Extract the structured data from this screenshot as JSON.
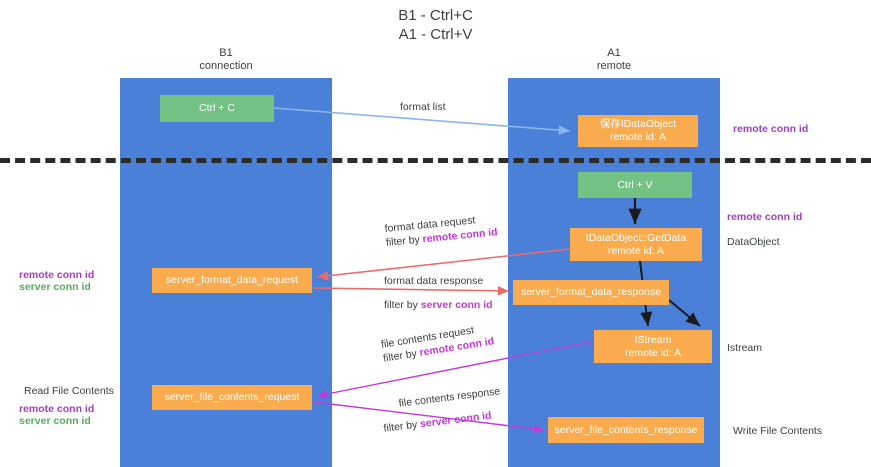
{
  "title": {
    "line1": "B1 - Ctrl+C",
    "line2": "A1 - Ctrl+V"
  },
  "columns": [
    {
      "name": "B1",
      "role": "connection"
    },
    {
      "name": "A1",
      "role": "remote"
    }
  ],
  "nodes": {
    "ctrl_c": {
      "label": "Ctrl + C",
      "color": "#73c183"
    },
    "save_dataobject": {
      "line1": "保存IDataObject",
      "line2": "remote id: A",
      "color": "#f9ab4e"
    },
    "ctrl_v": {
      "label": "Ctrl + V",
      "color": "#73c183"
    },
    "getdata": {
      "line1": "IDataObject::GetData",
      "line2": "remote id: A",
      "color": "#f9ab4e"
    },
    "server_format_data_request": {
      "label": "server_format_data_request",
      "color": "#f9ab4e"
    },
    "server_format_data_response": {
      "label": "server_format_data_response",
      "color": "#f9ab4e"
    },
    "istream": {
      "line1": "IStream",
      "line2": "remote id: A",
      "color": "#f9ab4e"
    },
    "server_file_contents_request": {
      "label": "server_file_contents_request",
      "color": "#f9ab4e"
    },
    "server_file_contents_response": {
      "label": "server_file_contents_response",
      "color": "#f9ab4e"
    }
  },
  "edge_labels": {
    "format_list": "format list",
    "format_data_request": "format data request",
    "format_data_request_filter_prefix": "filter by ",
    "format_data_request_filter_key": "remote conn id",
    "format_data_response": "format data response",
    "format_data_response_filter_prefix": "filter by ",
    "format_data_response_filter_key": "server conn id",
    "file_contents_request": "file contents request",
    "file_contents_request_filter_prefix": "filter by ",
    "file_contents_request_filter_key": "remote conn id",
    "file_contents_response": "file contents response",
    "file_contents_response_filter_prefix": "filter by ",
    "file_contents_response_filter_key": "server conn id"
  },
  "right_labels": {
    "remote_conn_id_top": "remote conn id",
    "remote_conn_id_mid": "remote conn id",
    "dataobject": "DataObject",
    "istream": "Istream",
    "write_file_contents": "Write File Contents"
  },
  "left_labels": {
    "remote_conn_id": "remote conn id",
    "server_conn_id": "server conn id",
    "read_file_contents": "Read File Contents",
    "remote_conn_id_2": "remote conn id",
    "server_conn_id_2": "server conn id"
  },
  "colors": {
    "lane": "#4a80d8",
    "green_node": "#73c183",
    "orange_node": "#f9ab4e",
    "purple_text": "#a23ec0",
    "green_text": "#57ab5a",
    "divider": "#2b2b2b",
    "arrow_blue": "#8ab6e8",
    "arrow_red": "#ec6a6a",
    "arrow_magenta": "#c13ad6",
    "arrow_black": "#1a1a1a"
  }
}
